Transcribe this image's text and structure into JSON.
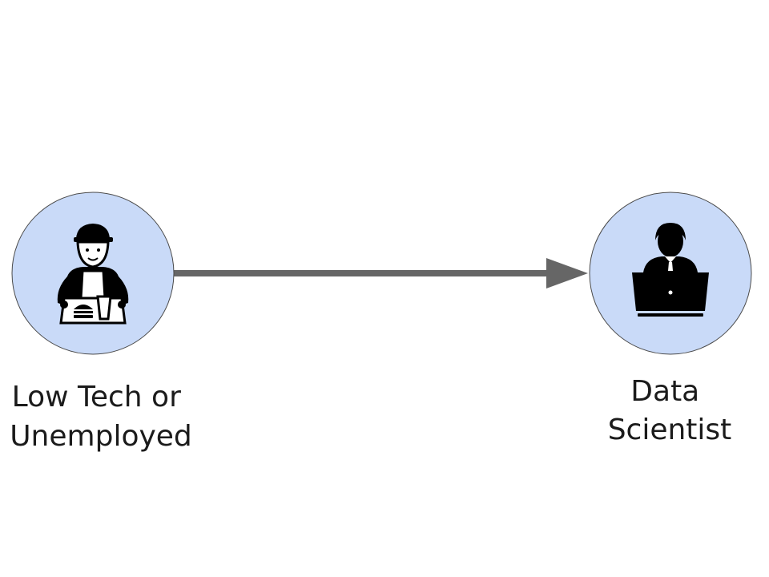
{
  "nodes": [
    {
      "id": "low-tech",
      "label_lines": [
        "Low Tech or",
        "Unemployed"
      ],
      "icon": "fast-food-worker-icon"
    },
    {
      "id": "data-scientist",
      "label_lines": [
        "Data",
        "Scientist"
      ],
      "icon": "person-at-laptop-icon"
    }
  ],
  "edges": [
    {
      "from": "low-tech",
      "to": "data-scientist",
      "style": "arrow"
    }
  ],
  "colors": {
    "node_fill": "#c9daf8",
    "node_stroke": "#4a4a4a",
    "arrow": "#666666",
    "text": "#1b1b1b",
    "icon": "#000000"
  }
}
